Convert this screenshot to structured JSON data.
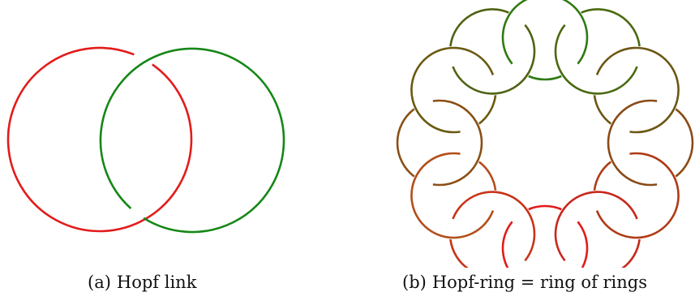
{
  "figure": {
    "panels": [
      {
        "id": "a",
        "caption_label": "(a)",
        "caption_text": "Hopf link",
        "rings": [
          {
            "name": "ring-red",
            "color": "#e31b1b"
          },
          {
            "name": "ring-green",
            "color": "#168716"
          }
        ]
      },
      {
        "id": "b",
        "caption_label": "(b)",
        "caption_text": "Hopf-ring = ring of rings",
        "ring_colors": [
          "#e31b1b",
          "#c93317",
          "#b34e1a",
          "#8a4f14",
          "#6a5a10",
          "#4f6313",
          "#2f7a12",
          "#4a6a10",
          "#6c5612",
          "#8a4a16",
          "#b03a16",
          "#c9271c"
        ]
      }
    ]
  }
}
